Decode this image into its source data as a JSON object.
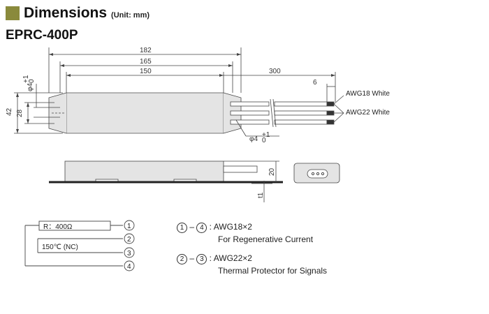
{
  "header": {
    "title": "Dimensions",
    "unit": "(Unit: mm)",
    "accent_color": "#8a8a3c"
  },
  "model": "EPRC-400P",
  "dimensions": {
    "overall": "182",
    "body_inner": "165",
    "body": "150",
    "lead_length": "300",
    "strip": "6",
    "height": "42",
    "slot_spacing": "28",
    "hole_left": "φ4",
    "hole_right": "φ4",
    "tol_plus": "+1",
    "tol_zero": "0",
    "side_height": "20",
    "thickness": "t1"
  },
  "wires": {
    "awg18": "AWG18 White",
    "awg22": "AWG22 White"
  },
  "schematic": {
    "resistor": "R：400Ω",
    "thermal": "150℃ (NC)",
    "terminals": [
      "1",
      "2",
      "3",
      "4"
    ]
  },
  "legend": [
    {
      "from": "1",
      "to": "4",
      "spec": "AWG18×2",
      "desc": "For Regenerative Current"
    },
    {
      "from": "2",
      "to": "3",
      "spec": "AWG22×2",
      "desc": "Thermal Protector for Signals"
    }
  ]
}
